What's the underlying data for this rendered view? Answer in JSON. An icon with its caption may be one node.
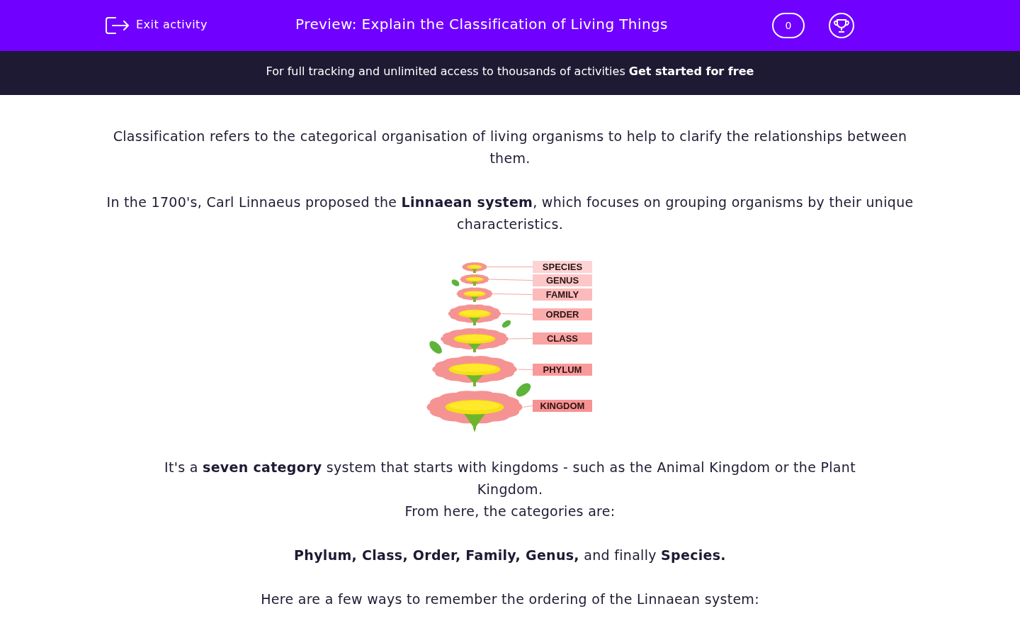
{
  "diagram": {
    "title": "Preview: Explain the Classification of Living Things",
    "nodes": [
      {
        "text": [
          "SPECIES"
        ]
      },
      {
        "text": [
          "GENUS"
        ]
      },
      {
        "text": [
          "FAMILY"
        ]
      },
      {
        "text": [
          "ORDER"
        ]
      },
      {
        "text": [
          "CLASS"
        ]
      },
      {
        "text": [
          "PHYLUM"
        ]
      },
      {
        "text": [
          "KINGDOM"
        ]
      },
      {
        "text": [],
        "shape": "picture"
      },
      {
        "text": [],
        "shape": "picture"
      },
      {
        "text": [],
        "shape": "picture"
      },
      {
        "text": [],
        "shape": "picture"
      },
      {
        "text": [],
        "shape": "picture"
      },
      {
        "text": [],
        "shape": "picture"
      },
      {
        "text": [],
        "shape": "picture"
      }
    ],
    "edges": [
      {
        "from": 0,
        "to": 7,
        "arrow": "none"
      },
      {
        "from": 1,
        "to": 8,
        "arrow": "none"
      },
      {
        "from": 2,
        "to": 9,
        "arrow": "none"
      },
      {
        "from": 3,
        "to": 10,
        "arrow": "none"
      },
      {
        "from": 4,
        "to": 11,
        "arrow": "none"
      },
      {
        "from": 5,
        "to": 12,
        "arrow": "none"
      },
      {
        "from": 6,
        "to": 13,
        "arrow": "none"
      }
    ],
    "labels": [
      "Exit activity",
      "0",
      "For full tracking and unlimited access to thousands of activities **Get started for free**",
      "Classification refers to the categorical organisation of living organisms to help to clarify the relationships between them.",
      "In the 1700's, Carl Linnaeus proposed the **Linnaean system**, which focuses on grouping organisms by their unique characteristics.",
      "It's a **seven category** system that starts with kingdoms - such as the Animal Kingdom or the Plant Kingdom.",
      "From here, the categories are:",
      "**Phylum, Class, Order, Family, Genus,** and finally **Species.**",
      "Here are a few ways to remember the ordering of the Linnaean system:"
    ]
  }
}
